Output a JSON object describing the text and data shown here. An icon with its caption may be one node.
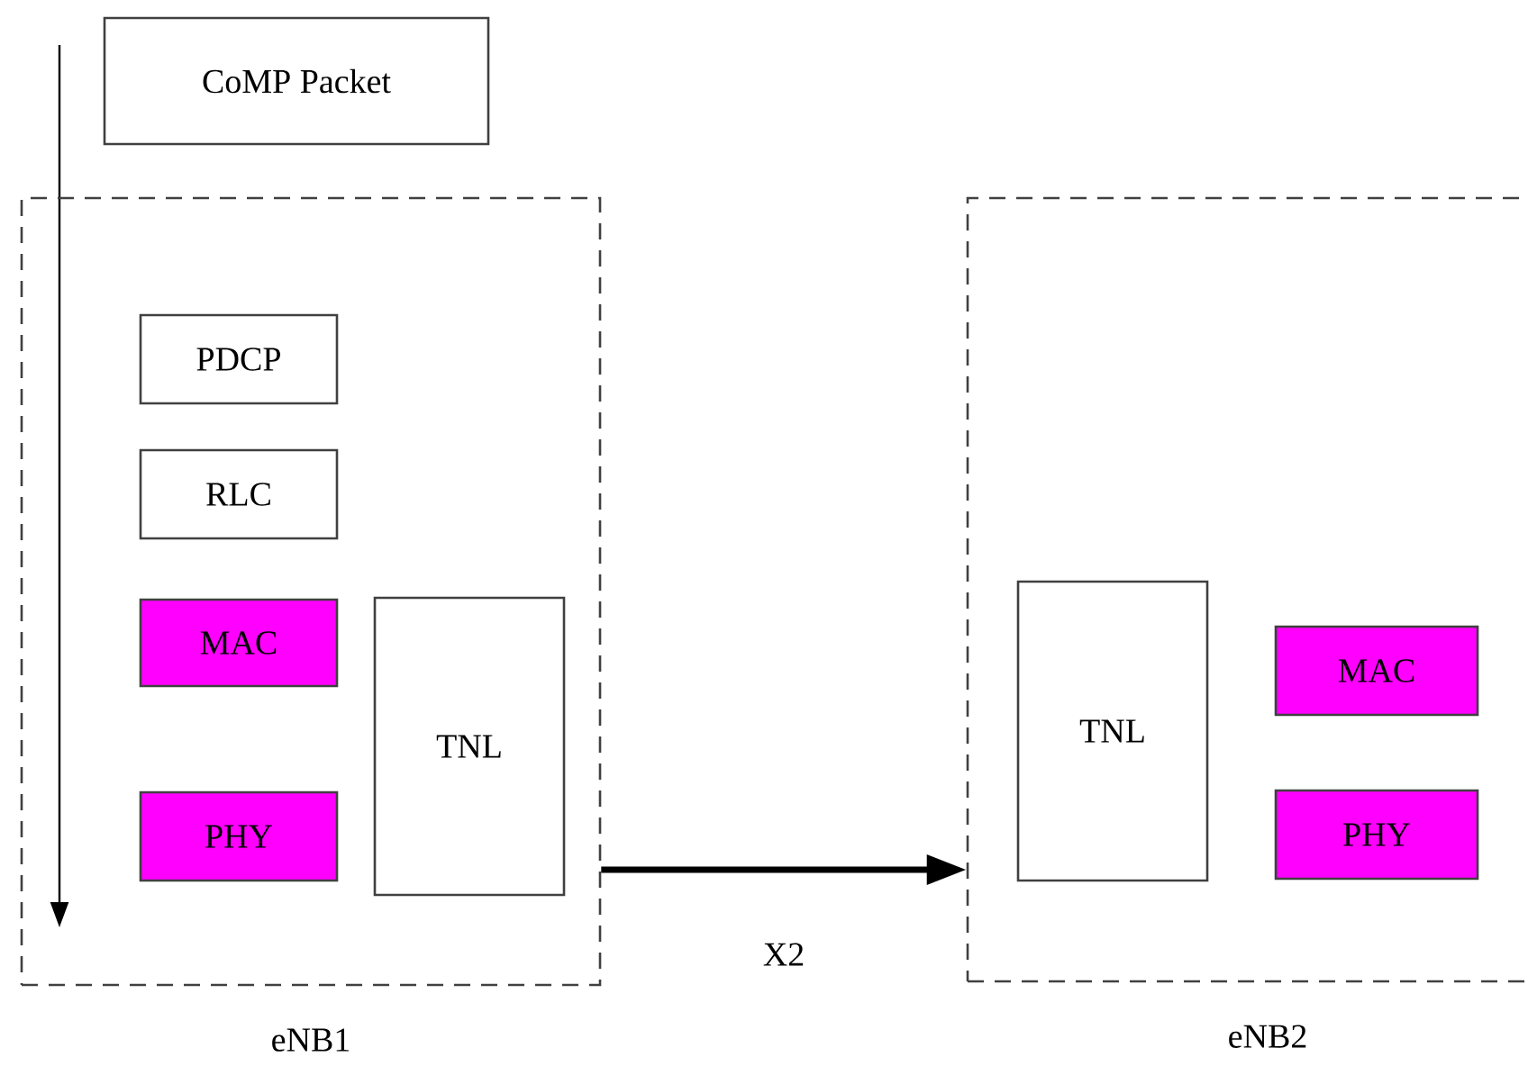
{
  "diagram": {
    "nodes": [
      {
        "text": [
          "CoMP Packet"
        ]
      },
      {
        "text": [
          "eNB1"
        ]
      },
      {
        "text": [
          "PDCP"
        ],
        "in": 1
      },
      {
        "text": [
          "RLC"
        ],
        "in": 1
      },
      {
        "text": [
          "MAC"
        ],
        "in": 1
      },
      {
        "text": [
          "PHY"
        ],
        "in": 1
      },
      {
        "text": [
          "TNL"
        ],
        "in": 1
      },
      {
        "text": [
          "eNB2"
        ]
      },
      {
        "text": [
          "TNL"
        ],
        "in": 7
      },
      {
        "text": [
          "MAC"
        ],
        "in": 7
      },
      {
        "text": [
          "PHY"
        ],
        "in": 7
      }
    ],
    "edges": [
      {
        "from": 1,
        "to": 7,
        "arrow": "to",
        "label": "X2"
      }
    ]
  }
}
